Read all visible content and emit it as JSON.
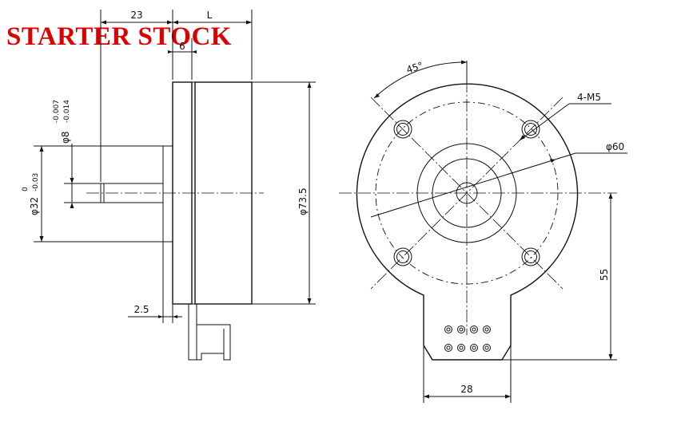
{
  "brand": {
    "label": "STARTER STOCK",
    "color": "#dd0000"
  },
  "side_view": {
    "dims": {
      "shaft_length": "23",
      "body_length": "L",
      "flange_thickness": "6",
      "shaft_dia_base": "φ8",
      "shaft_tol_upper": "-0.007",
      "shaft_tol_lower": "-0.014",
      "pilot_dia_base": "φ32",
      "pilot_tol_upper": "0",
      "pilot_tol_lower": "-0.03",
      "body_dia": "φ73.5",
      "plate_thickness": "2.5"
    }
  },
  "front_view": {
    "dims": {
      "hole_angle": "45°",
      "holes": "4-M5",
      "bolt_circle": "φ60",
      "tab_height": "55",
      "tab_width": "28"
    },
    "connector_pins": 8
  }
}
